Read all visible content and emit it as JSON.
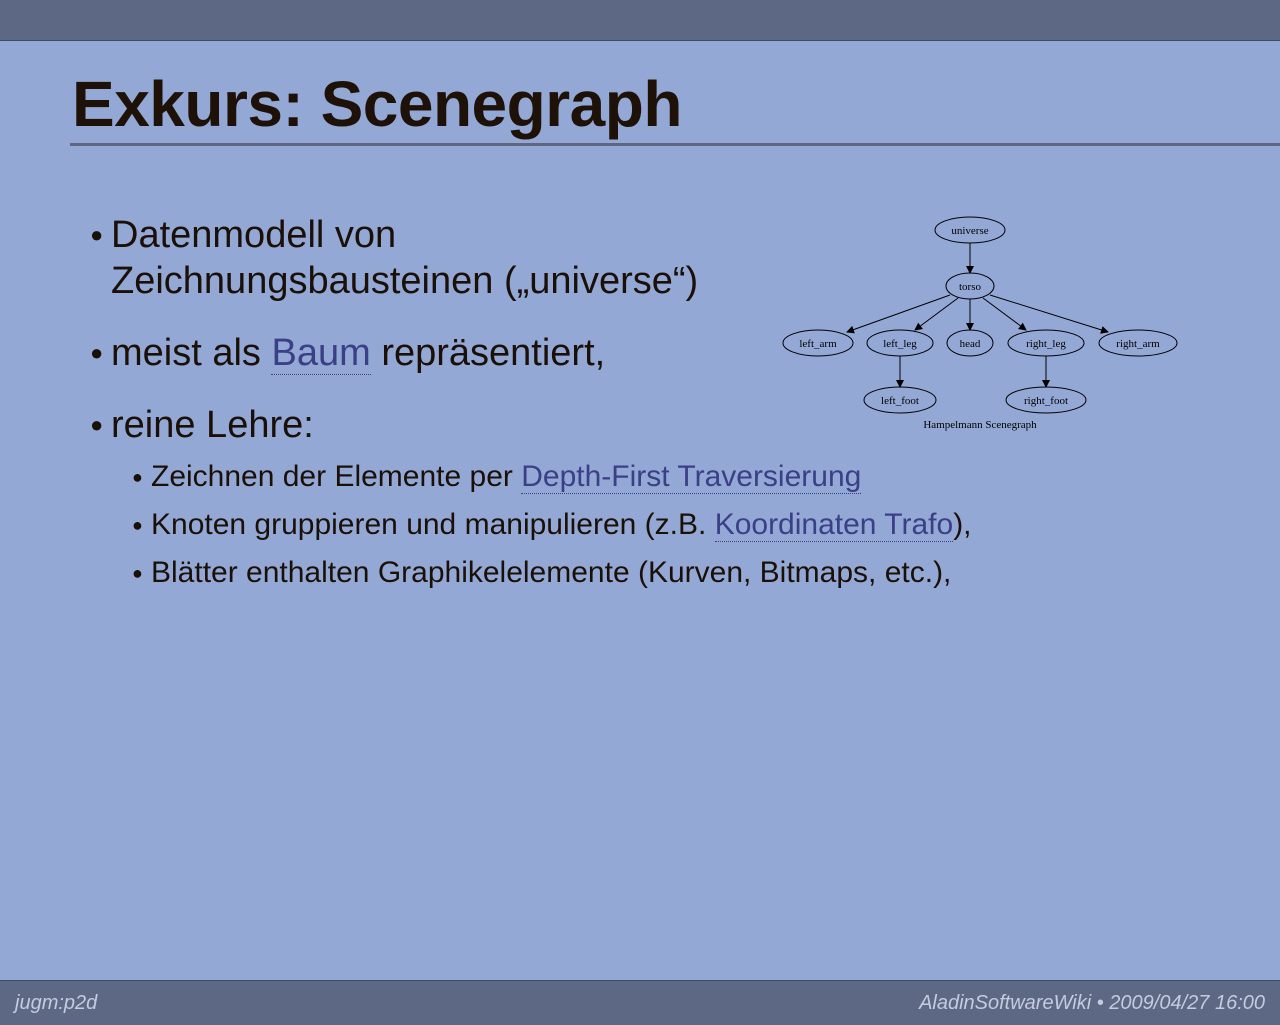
{
  "slide": {
    "title": "Exkurs: Scenegraph",
    "bullets": {
      "b1_line1": "Datenmodell von",
      "b1_line2": "Zeichnungsbausteinen („universe“)",
      "b2_pre": "meist als ",
      "b2_link": "Baum",
      "b2_post": " repräsentiert,",
      "b3": "reine Lehre:"
    },
    "sub_bullets": {
      "s1_pre": "Zeichnen der Elemente per ",
      "s1_link": "Depth-First Traversierung",
      "s2_pre": "Knoten gruppieren und manipulieren (z.B. ",
      "s2_link": "Koordinaten Trafo",
      "s2_post": "),",
      "s3": "Blätter enthalten Graphikelelemente (Kurven, Bitmaps, etc.),"
    }
  },
  "scenegraph": {
    "nodes": {
      "universe": "universe",
      "torso": "torso",
      "left_arm": "left_arm",
      "left_leg": "left_leg",
      "head": "head",
      "right_leg": "right_leg",
      "right_arm": "right_arm",
      "left_foot": "left_foot",
      "right_foot": "right_foot"
    },
    "caption": "Hampelmann Scenegraph"
  },
  "footer": {
    "left": "jugm:p2d",
    "right": "AladinSoftwareWiki • 2009/04/27 16:00"
  },
  "colors": {
    "background": "#94a8d6",
    "bars": "#5c6884",
    "link": "#3a3f86"
  }
}
